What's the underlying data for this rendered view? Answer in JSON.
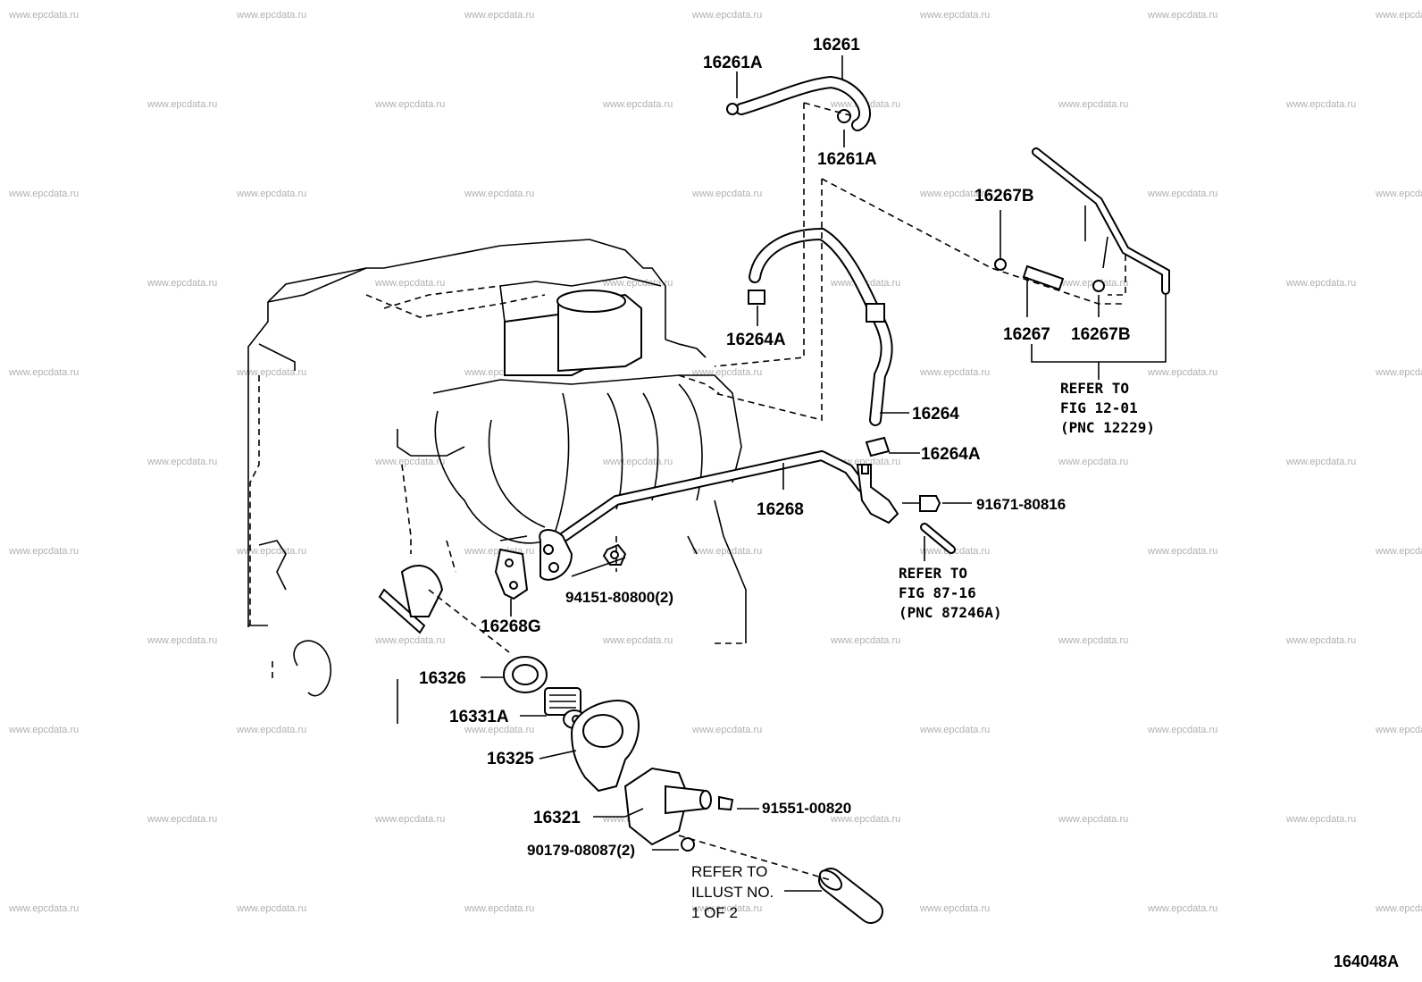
{
  "watermark_text": "www.epcdata.ru",
  "figure_code": "164048A",
  "parts": {
    "p16261": "16261",
    "p16261a_top": "16261A",
    "p16261a_bottom": "16261A",
    "p16267b_top": "16267B",
    "p16267": "16267",
    "p16267b_bottom": "16267B",
    "p16264a_top": "16264A",
    "p16264": "16264",
    "p16264a_bottom": "16264A",
    "p16268": "16268",
    "p91671": "91671-80816",
    "p94151": "94151-80800(2)",
    "p16268g": "16268G",
    "p16326": "16326",
    "p16331a": "16331A",
    "p16325": "16325",
    "p16321": "16321",
    "p91551": "91551-00820",
    "p90179": "90179-08087(2)"
  },
  "refs": {
    "fig12": {
      "line1": "REFER TO",
      "line2": "FIG 12-01",
      "line3": "(PNC 12229)"
    },
    "fig87": {
      "line1": "REFER TO",
      "line2": "FIG 87-16",
      "line3": "(PNC 87246A)"
    },
    "illust": {
      "line1": "REFER TO",
      "line2": "ILLUST NO.",
      "line3": "1 OF 2"
    }
  }
}
